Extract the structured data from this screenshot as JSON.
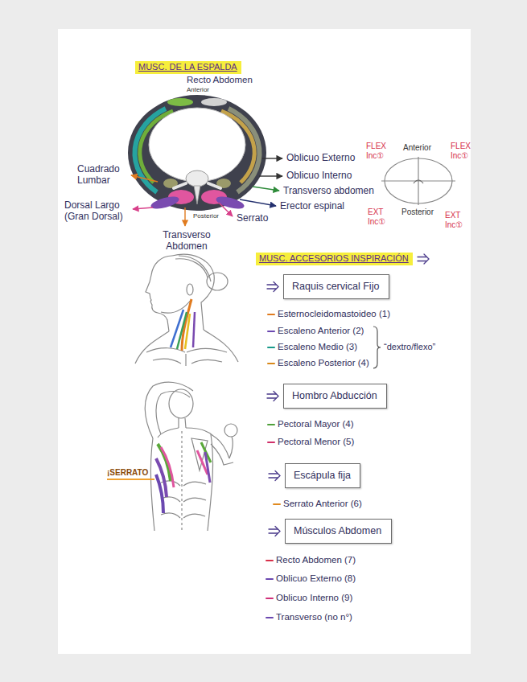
{
  "diagram": {
    "nodes": [
      {
        "text": [
          "MUSC. DE LA ESPALDA"
        ]
      },
      {
        "text": [
          "MUSC. ACCESORIOS INSPIRACIÓN"
        ]
      },
      {
        "text": [
          "Raquis cervical Fijo"
        ]
      },
      {
        "text": [
          "Hombro Abducción"
        ]
      },
      {
        "text": [
          "Escápula fija"
        ]
      },
      {
        "text": [
          "Músculos Abdomen"
        ]
      }
    ],
    "labels": [
      "Recto Abdomen",
      "Anterior",
      "Oblicuo Externo",
      "Oblicuo Interno",
      "Transverso abdomen",
      "Erector espinal",
      "Serrato",
      "Posterior",
      "Transverso Abdomen",
      "Cuadrado Lumbar",
      "Dorsal Largo (Gran Dorsal)",
      "FLEX Inc①",
      "Anterior",
      "FLEX Inc①",
      "Posterior",
      "EXT Inc①",
      "EXT Inc①",
      "Esternocleidomastoideo (1)",
      "Escaleno Anterior (2)",
      "Escaleno Medio (3)",
      "Escaleno Posterior (4)",
      "“dextro/flexo”",
      "Pectoral Mayor (4)",
      "Pectoral Menor (5)",
      "Serrato Anterior (6)",
      "Recto Abdomen (7)",
      "Oblicuo Externo (8)",
      "Oblicuo Interno (9)",
      "Transverso (no n°)",
      "¡SERRATO"
    ]
  }
}
